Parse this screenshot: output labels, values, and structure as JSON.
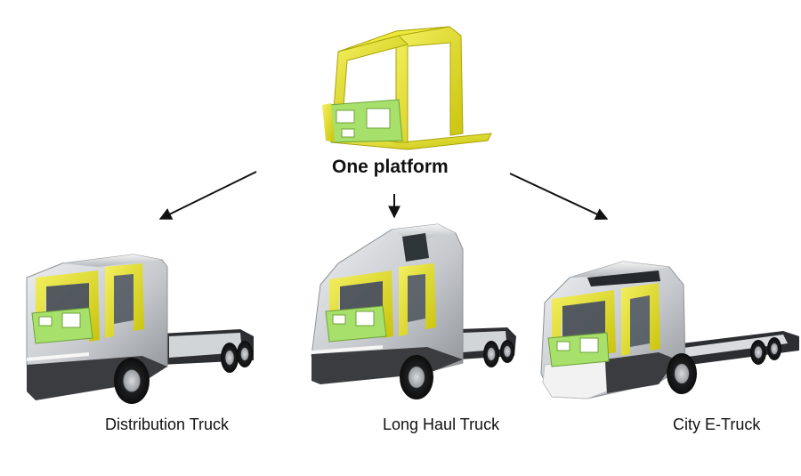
{
  "center": {
    "label": "One platform"
  },
  "variants": [
    {
      "label": "Distribution Truck"
    },
    {
      "label": "Long Haul Truck"
    },
    {
      "label": "City E-Truck"
    }
  ],
  "colors": {
    "frame_yellow": "#e6e21a",
    "panel_green": "#a7e06b",
    "body_silver": "#c9ccd0",
    "chassis_dark": "#2c2e31",
    "text": "#111111"
  },
  "icons": [
    "cab-frame-icon",
    "truck-distribution-icon",
    "truck-long-haul-icon",
    "truck-city-icon"
  ]
}
